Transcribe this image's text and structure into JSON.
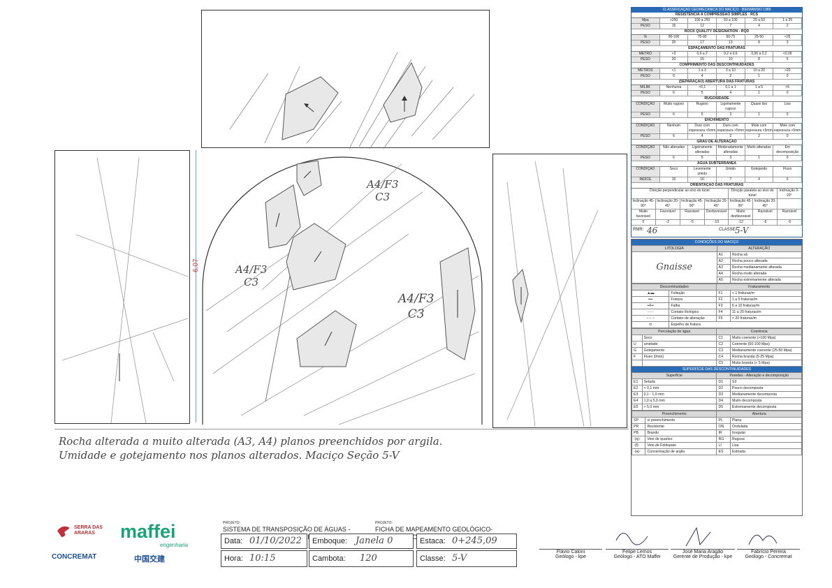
{
  "sketches": {
    "rock_labels": [
      {
        "class": "A4/F3",
        "coherence": "C3"
      },
      {
        "class": "A4/F3",
        "coherence": "C3"
      },
      {
        "class": "A4/F3",
        "coherence": "C3"
      }
    ],
    "height_dimension": "6,07"
  },
  "description_lines": [
    "Rocha alterada a muito alterada (A3, A4) planos preenchidos por argila.",
    "Umidade e gotejamento nos planos alterados. Maciço Seção 5-V"
  ],
  "classification": {
    "title": "CLASSIFICAÇÃO GEOMECÂNICA DO MACIÇO - BIENIAWSKI 1989",
    "sections": [
      {
        "title": "RESISTÊNCIA A COMPRESSÃO SIMPLES - RCS",
        "rows": [
          [
            "Mpa",
            ">250",
            "100 a 250",
            "50 a 100",
            "25 a 50",
            "1 a 25"
          ],
          [
            "PESO",
            "15",
            "12",
            "7",
            "4",
            "2"
          ]
        ]
      },
      {
        "title": "ROCK QUALITY DESIGNATION - RQD",
        "rows": [
          [
            "%",
            "90-100",
            "75-90",
            "50-75",
            "25-50",
            "<25"
          ],
          [
            "PESO",
            "20",
            "17",
            "13",
            "8",
            "3"
          ]
        ]
      },
      {
        "title": "ESPAÇAMENTO DAS FRATURAS",
        "rows": [
          [
            "METRO",
            ">2",
            "0,6 a 2",
            "0,2 a 0,6",
            "0,06 a 0,2",
            "<0,06"
          ],
          [
            "PESO",
            "20",
            "15",
            "10",
            "8",
            "5"
          ]
        ]
      },
      {
        "title": "COMPRIMENTO DAS DESCONTINUIDADES",
        "rows": [
          [
            "METROS",
            "<1",
            "1 a 3",
            "3 a 10",
            "10 a 20",
            ">20"
          ],
          [
            "PESO",
            "6",
            "4",
            "2",
            "1",
            "0"
          ]
        ]
      },
      {
        "title": "(SEPARAÇÃO) ABERTURA DAS FRATURAS",
        "rows": [
          [
            "MILIM.",
            "Nenhuma",
            "<0,1",
            "0,1 a 1",
            "1 a 5",
            ">5"
          ],
          [
            "PESO",
            "6",
            "5",
            "4",
            "1",
            "0"
          ]
        ]
      },
      {
        "title": "RUGOSIDADE",
        "rows": [
          [
            "CONDIÇÃO",
            "Muito rugoso",
            "Rugoso",
            "Ligeiramente rugoso",
            "Quase liso",
            "Liso"
          ],
          [
            "PESO",
            "6",
            "5",
            "3",
            "1",
            "0"
          ]
        ]
      },
      {
        "title": "ENCHIMENTO",
        "rows": [
          [
            "CONDIÇÃO",
            "Nenhum",
            "Duro com espessura <5mm",
            "Duro com espessura >5mm",
            "Mole com espessura <5mm",
            "Mole com espessura >5mm"
          ],
          [
            "PESO",
            "6",
            "4",
            "2",
            "2",
            "0"
          ]
        ]
      },
      {
        "title": "GRAU DE ALTERAÇÃO",
        "rows": [
          [
            "CONDIÇÃO",
            "Não alteradas",
            "Ligeiramente alteradas",
            "Moderadamente alteradas",
            "Muito alteradas",
            "Em decomposição"
          ],
          [
            "PESO",
            "6",
            "5",
            "3",
            "1",
            "0"
          ]
        ]
      },
      {
        "title": "ÁGUA SUBTERRÂNEA",
        "rows": [
          [
            "CONDIÇÃO",
            "Seco",
            "Levemente úmido",
            "Úmido",
            "Gotejando",
            "Fluxo"
          ],
          [
            "ÍNDICE",
            "15",
            "10",
            "7",
            "4",
            "0"
          ]
        ]
      }
    ],
    "orientation_title": "ORIENTAÇÃO DAS FRATURAS",
    "orientation_rows": [
      [
        "Direção perpendicular ao eixo do túnel",
        "Direção paralela ao eixo do túnel",
        "Inclinação 0-20°"
      ],
      [
        "Inclinação 45-90°",
        "Inclinação 20-45°",
        "Inclinação 45-90°",
        "Inclinação 20-45°",
        "Inclinação 45-90°",
        "Inclinação 20-45°"
      ],
      [
        "Muito favorável",
        "Favorável",
        "Razoável",
        "Desfavorável",
        "Muito desfavorável",
        "Razoável",
        "Razoável"
      ],
      [
        "0",
        "-2",
        "-5",
        "-10",
        "-12",
        "-5",
        "-5"
      ]
    ],
    "rmr_label": "RMR:",
    "rmr_value": "46",
    "classe_label": "CLASSE:",
    "classe_value": "5-V"
  },
  "legend": {
    "title": "CONDIÇÕES DO MACIÇO",
    "litologia_header": "LITOLOGIA",
    "alteracao_header": "ALTERAÇÃO",
    "litologia_value": "Gnaisse",
    "alteracao": [
      [
        "A1",
        "Rocha sã"
      ],
      [
        "A2",
        "Rocha pouco alterada"
      ],
      [
        "A3",
        "Rocha medianamente alterada"
      ],
      [
        "A4",
        "Rocha muito alterada"
      ],
      [
        "A5",
        "Rocha extremamente alterada"
      ]
    ],
    "descontinuidades_header": "Descontinuidades",
    "fraturamento_header": "Fraturamento",
    "descontinuidades": [
      "Foliação",
      "Fratura",
      "Falha",
      "Contato litológico",
      "Contato de alteração",
      "Espelho de fratura"
    ],
    "fraturamento": [
      [
        "F1",
        "< 1 fraturas/m"
      ],
      [
        "F2",
        "1 a 5 fraturas/m"
      ],
      [
        "F3",
        "6 a 10 fraturas/m"
      ],
      [
        "F4",
        "11 a 20 fraturas/m"
      ],
      [
        "F5",
        "> 20 fraturas/m"
      ]
    ],
    "percolacao_header": "Percolação de água",
    "coerencia_header": "Coerência",
    "percolacao": [
      [
        "",
        "Seco"
      ],
      [
        "U",
        "umidade"
      ],
      [
        "G",
        "Gotejamento"
      ],
      [
        "F",
        "Fluxo (l/min)"
      ]
    ],
    "coerencia": [
      [
        "C1",
        "Muito coerente (>100 Mpa)"
      ],
      [
        "C2",
        "Coerente (50-100 Mpa)"
      ],
      [
        "C3",
        "Medianamente coerente (25-50 Mpa)"
      ],
      [
        "C4",
        "Rocha branda (5-25 Mpa)"
      ],
      [
        "C5",
        "Muito branda (< 5 Mpa)"
      ]
    ],
    "superficie_title": "SUPERFÍCIE DAS DESCONTINUIDADES",
    "superficie_header": "Superfície",
    "paredes_header": "Paredes - Alteração e decomposição",
    "superficie": [
      [
        "E1",
        "Selada"
      ],
      [
        "E2",
        "< 0,1 mm"
      ],
      [
        "E3",
        "0,1 - 1,0 mm"
      ],
      [
        "E4",
        "1,0 a 5,0 mm"
      ],
      [
        "E5",
        "> 5,0 mm"
      ]
    ],
    "paredes": [
      [
        "D1",
        "S3"
      ],
      [
        "D2",
        "Pouco decomposta"
      ],
      [
        "D3",
        "Medianamente decomposta"
      ],
      [
        "D4",
        "Muito decomposta"
      ],
      [
        "D5",
        "Extremamente decomposta"
      ]
    ],
    "preenchimento_header": "Preenchimento",
    "abertura_header": "Abertura",
    "preenchimento": [
      [
        "SP",
        "s/ preenchimento"
      ],
      [
        "PR",
        "Resistente"
      ],
      [
        "PB",
        "Brando"
      ],
      [
        "-(q)-",
        "Veio de quartzo"
      ],
      [
        "-(f)-",
        "Veio de Feldspato"
      ],
      [
        "-(a)-",
        "Concentração de argila"
      ]
    ],
    "abertura": [
      [
        "PL",
        "Plana"
      ],
      [
        "ON",
        "Ondulada"
      ],
      [
        "IR",
        "Irregular"
      ],
      [
        "RG",
        "Rugosa"
      ],
      [
        "LI",
        "Lisa"
      ],
      [
        "ES",
        "Estriada"
      ]
    ]
  },
  "footer": {
    "logos": {
      "serra": "SERRA DAS ARARAS",
      "maffei": "maffei",
      "maffei_sub": "engenharia",
      "concremat": "CONCREMAT",
      "crcc": "中国交建"
    },
    "projeto_label": "PROJETO:",
    "projeto_value": "SISTEMA DE TRANSPOSIÇÃO DE ÁGUAS - VIGÁRIO PONTE COBERTA \"BYPASS\"",
    "projeto2_label": "PROJETO:",
    "projeto2_value": "FICHA DE MAPEAMENTO GEOLÓGICO-GEOTÉCNICO",
    "data_label": "Data:",
    "data_value": "01/10/2022",
    "emboque_label": "Emboque:",
    "emboque_value": "Janela 0",
    "estaca_label": "Estaca:",
    "estaca_value": "0+245,09",
    "hora_label": "Hora:",
    "hora_value": "10:15",
    "cambota_label": "Cambota:",
    "cambota_value": "120",
    "classe_label": "Classe:",
    "classe_value": "5-V",
    "signatures": [
      {
        "name": "Flávio Caloni",
        "role": "Geólogo - kpe"
      },
      {
        "name": "Felipe Lemos",
        "role": "Geólogo - ATO Maffei"
      },
      {
        "name": "José Maria Aragão",
        "role": "Gerente de Produção - kpe"
      },
      {
        "name": "Fabrício Pereira",
        "role": "Geólogo - Concremat"
      }
    ]
  }
}
